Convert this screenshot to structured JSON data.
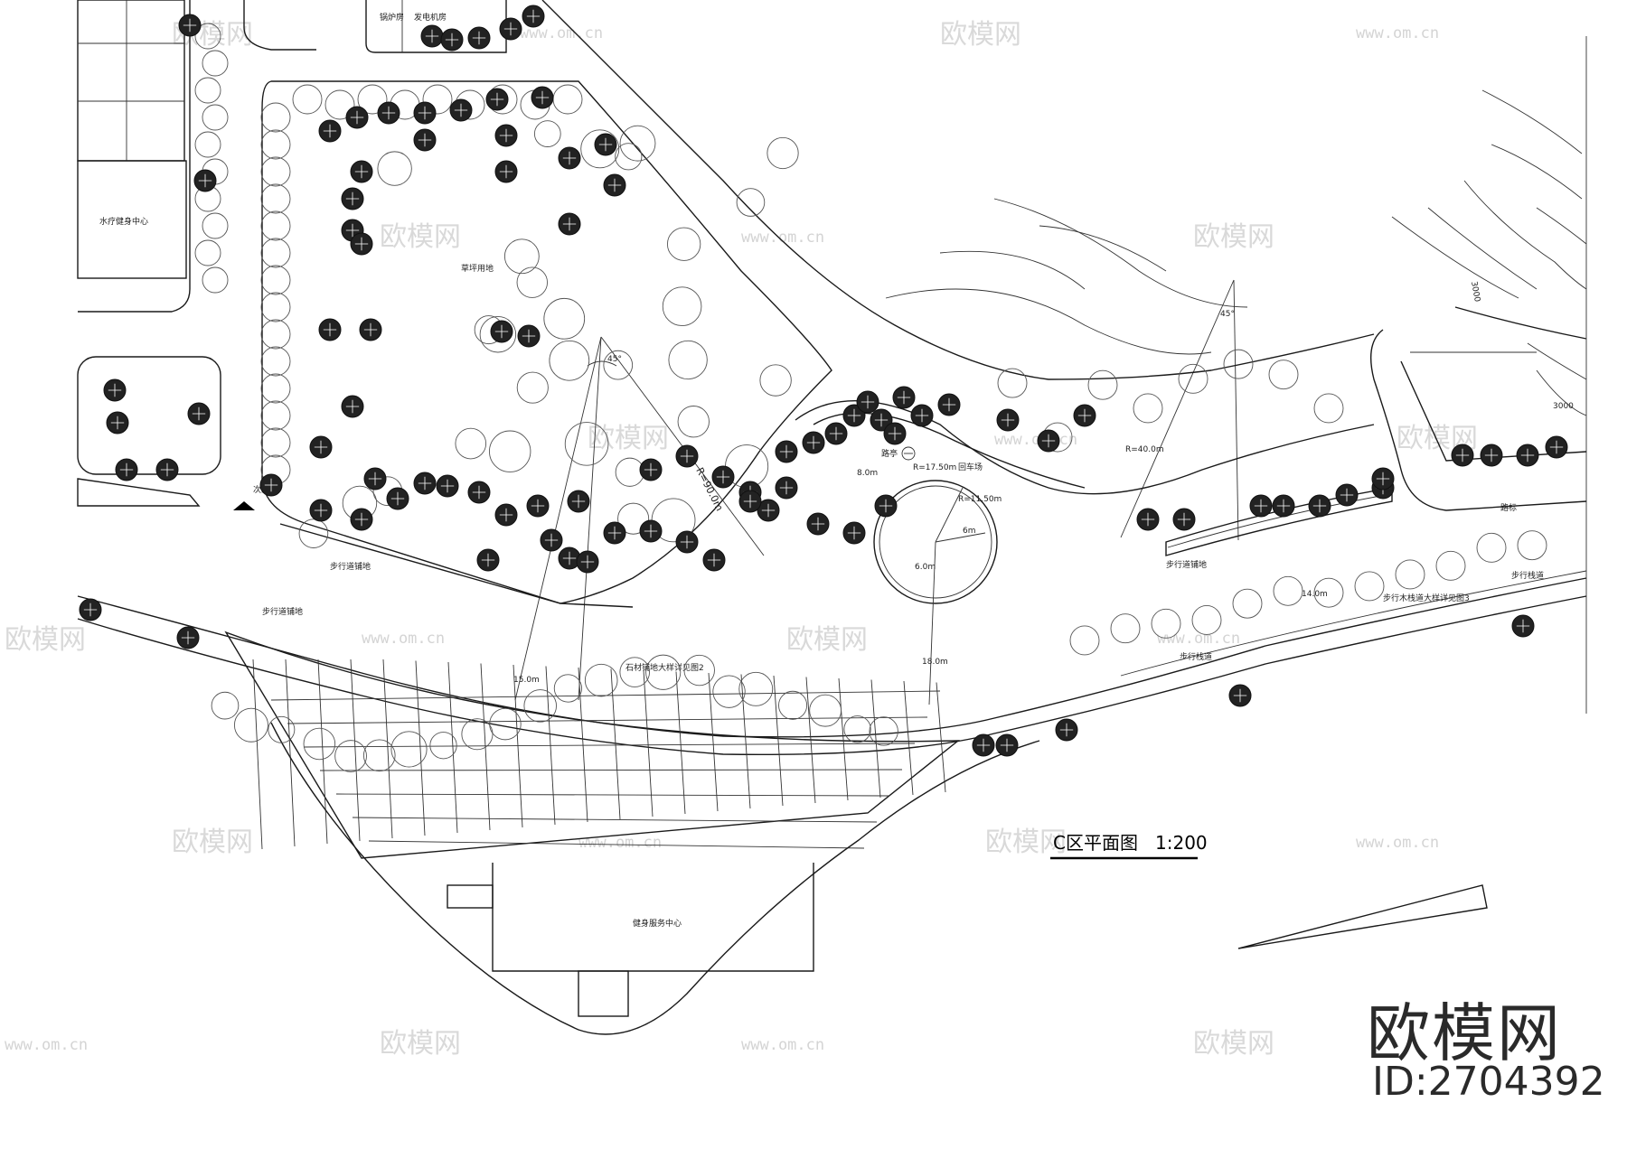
{
  "drawing": {
    "title": "C区平面图",
    "scale": "1:200",
    "watermark_brand": "欧模网",
    "watermark_url": "www.om.cn",
    "id_text": "ID:2704392",
    "labels": {
      "boiler_room": "锅炉房",
      "generator_room": "发电机房",
      "water_fitness": "水疗健身中心",
      "lawn": "草坪用地",
      "secondary_entrance": "次入口",
      "pedestrian_paving_1": "步行道铺地",
      "pedestrian_paving_2": "步行道铺地",
      "pedestrian_paving_3": "步行道铺地",
      "pavilion": "路亭",
      "plaza_circle": "回车场",
      "stone_paving": "石材铺地大样详见图2",
      "walkway": "步行栈道",
      "wood_walkway": "步行木栈道大样详见图3",
      "walkway_2": "步行栈道",
      "center_building": "健身服务中心",
      "road_sign": "路标",
      "radius_label": "R=90.0m",
      "contour_1": "3000",
      "contour_2": "3000",
      "dim_1": "R=17.50m",
      "dim_2": "R=11.50m",
      "dim_3": "8.0m",
      "dim_4": "6.0m",
      "dim_5": "6m",
      "dim_6": "15.0m",
      "dim_7": "18.0m",
      "dim_8": "14.0m",
      "dim_9": "R=40.0m",
      "angle_1": "45°",
      "angle_2": "45°"
    }
  }
}
